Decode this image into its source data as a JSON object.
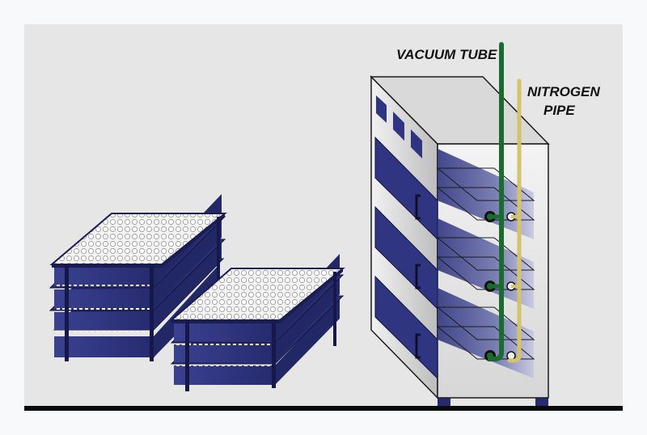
{
  "labels": {
    "vacuum": "VACUUM TUBE",
    "nitrogen_line1": "NITROGEN",
    "nitrogen_line2": "PIPE"
  },
  "colors": {
    "background": "#e6e6e6",
    "page": "#f8f9fb",
    "floor": "#0a0a0a",
    "tray_blue": "#2f3580",
    "tray_dark": "#1f2460",
    "cabinet_grey": "#dcdcdc",
    "vacuum_tube": "#1a6b2e",
    "nitrogen_pipe": "#d4c36a"
  },
  "icons": [
    "tray-stack-large",
    "tray-stack-small",
    "vacuum-chamber-cabinet",
    "vacuum-tube",
    "nitrogen-pipe"
  ]
}
